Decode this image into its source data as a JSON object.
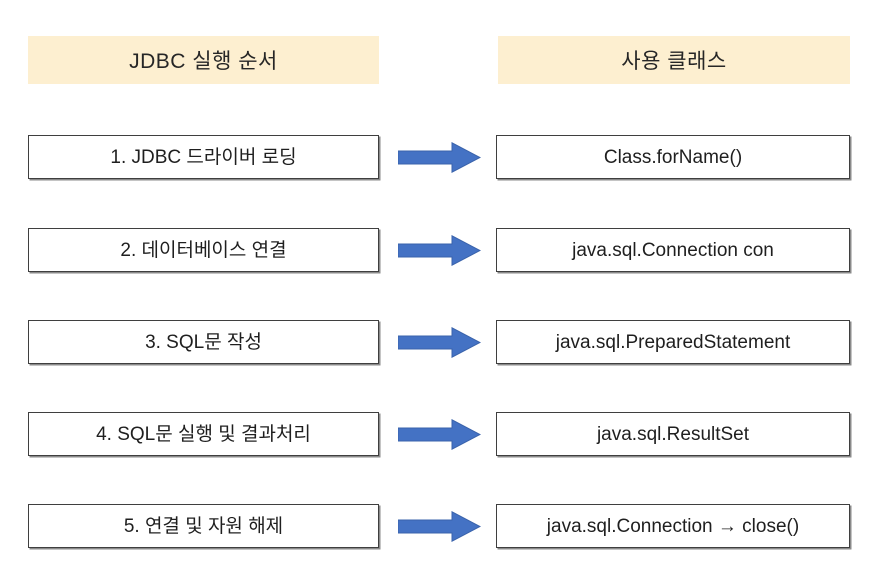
{
  "diagram": {
    "title": "JDBC 실행 순서",
    "columns": [
      {
        "id": "steps",
        "label": "JDBC 실행 순서"
      },
      {
        "id": "classes",
        "label": "사용 클래스"
      }
    ],
    "colors": {
      "header_band": "#fdefd0",
      "box_border": "#3f3f3f",
      "box_shadow": "#8a8a8a",
      "arrow_fill": "#4472c4",
      "arrow_stroke": "#2f5597",
      "text": "#1f1f1f",
      "background": "#ffffff"
    },
    "connector": {
      "icon": "right-block-arrow-icon",
      "count": 5
    },
    "rows": [
      {
        "step": "1. JDBC 드라이버 로딩",
        "klass": "Class.forName()"
      },
      {
        "step": "2. 데이터베이스 연결",
        "klass": "java.sql.Connection con"
      },
      {
        "step": "3. SQL문 작성",
        "klass": "java.sql.PreparedStatement"
      },
      {
        "step": "4. SQL문 실행 및 결과처리",
        "klass": "java.sql.ResultSet"
      },
      {
        "step": "5. 연결 및 자원 해제",
        "klass": "java.sql.Connection → close()"
      }
    ]
  }
}
